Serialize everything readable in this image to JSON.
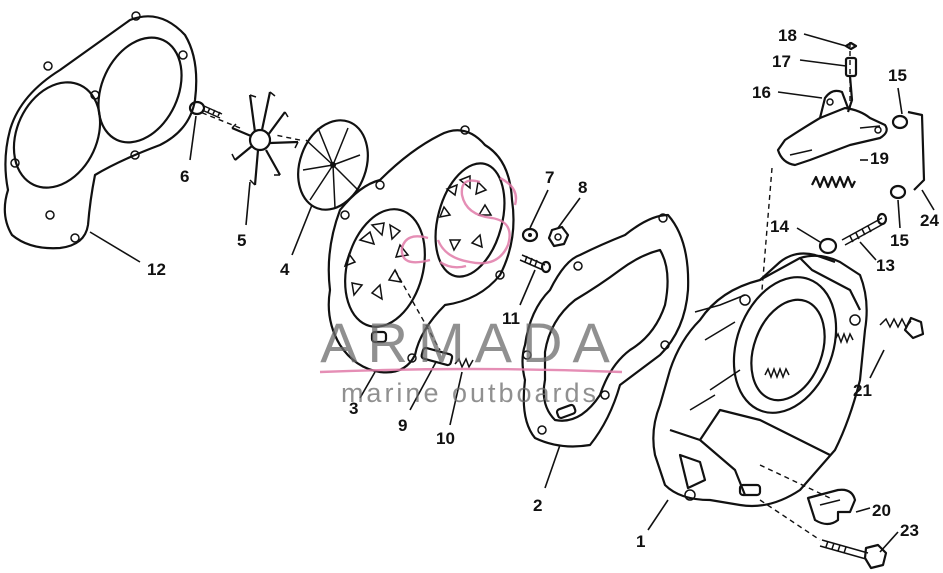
{
  "diagram": {
    "labels": {
      "l1": "1",
      "l2": "2",
      "l3": "3",
      "l4": "4",
      "l5": "5",
      "l6": "6",
      "l7": "7",
      "l8": "8",
      "l9": "9",
      "l10": "10",
      "l11": "11",
      "l12": "12",
      "l13": "13",
      "l14": "14",
      "l15a": "15",
      "l15b": "15",
      "l16": "16",
      "l17": "17",
      "l18": "18",
      "l19": "19",
      "l20": "20",
      "l21": "21",
      "l23": "23",
      "l24": "24"
    }
  },
  "watermark": {
    "brand": "ARMADA",
    "tagline": "marine outboards",
    "logo_color": "#e07aa8",
    "text_color": "#6b6b6b"
  }
}
